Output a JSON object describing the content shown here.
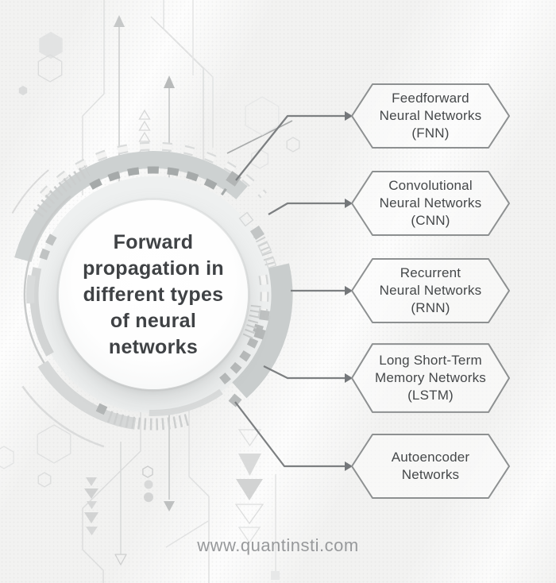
{
  "title": {
    "text": "Forward\npropagation in\ndifferent types\nof neural\nnetworks"
  },
  "nodes": [
    {
      "id": "fnn",
      "label": "Feedforward\nNeural Networks\n(FNN)"
    },
    {
      "id": "cnn",
      "label": "Convolutional\nNeural Networks\n(CNN)"
    },
    {
      "id": "rnn",
      "label": "Recurrent\nNeural Networks\n(RNN)"
    },
    {
      "id": "lstm",
      "label": "Long Short-Term\nMemory Networks\n(LSTM)"
    },
    {
      "id": "autoencoder",
      "label": "Autoencoder\nNetworks"
    }
  ],
  "footer": {
    "url": "www.quantinsti.com"
  },
  "colors": {
    "title_text": "#3f4245",
    "node_text": "#45484a",
    "node_border": "#8d9091",
    "connector": "#7c7f81",
    "footer_text": "#97999b",
    "background": "#f2f2f1"
  }
}
